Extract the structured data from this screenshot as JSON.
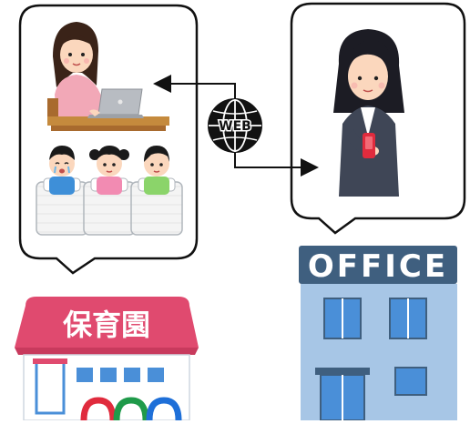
{
  "nursery": {
    "sign_text": "保育園"
  },
  "office": {
    "sign_text": "OFFICE"
  },
  "connection": {
    "globe_label": "WEB"
  },
  "colors": {
    "nursery_pink": "#e04a6f",
    "office_blue": "#6f9fcf",
    "office_sign": "#3f5f7f",
    "globe": "#111111",
    "window_blue": "#4a8fd8"
  },
  "icons": [
    "laptop-icon",
    "globe-icon",
    "phone-icon"
  ]
}
